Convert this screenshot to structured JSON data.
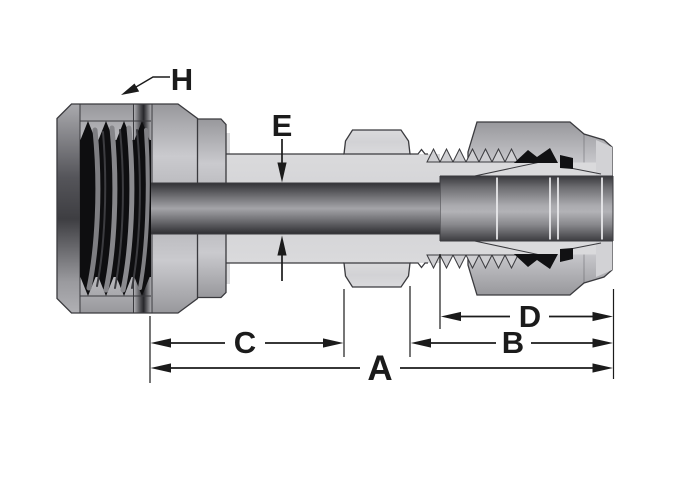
{
  "diagram": {
    "labels": {
      "h": "H",
      "e": "E",
      "c": "C",
      "a": "A",
      "b": "B",
      "d": "D"
    },
    "colors": {
      "background": "#ffffff",
      "outline": "#3a3a3e",
      "dimension_line": "#1b1b1b",
      "label_text": "#1b1b1b",
      "body": "#d4d4d6",
      "nut": "#b4b4b8",
      "thread_dark": "#0e0e10",
      "ferrule": "#111113"
    }
  }
}
